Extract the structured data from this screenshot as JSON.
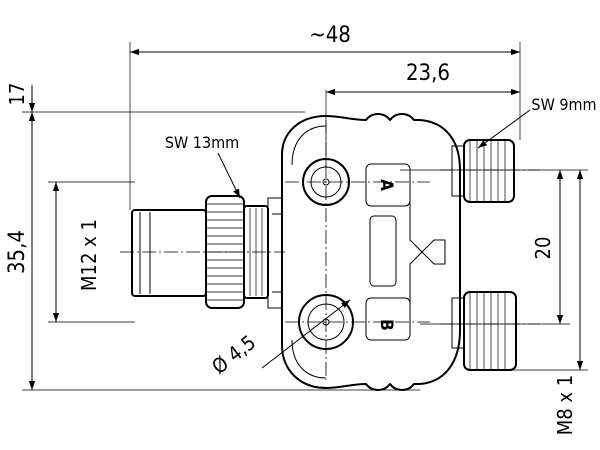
{
  "dimensions": {
    "overall_width": "~48",
    "half_width": "23,6",
    "top_offset": "17",
    "overall_height": "35,4",
    "port_spacing": "20",
    "main_thread": "M12 x 1",
    "port_thread": "M8 x 1",
    "hole_diameter": "Ø 4,5",
    "wrench_main": "SW 13mm",
    "wrench_port": "SW 9mm"
  },
  "port_labels": {
    "a": "A",
    "b": "B"
  },
  "colors": {
    "line": "#000000",
    "background": "#ffffff"
  }
}
